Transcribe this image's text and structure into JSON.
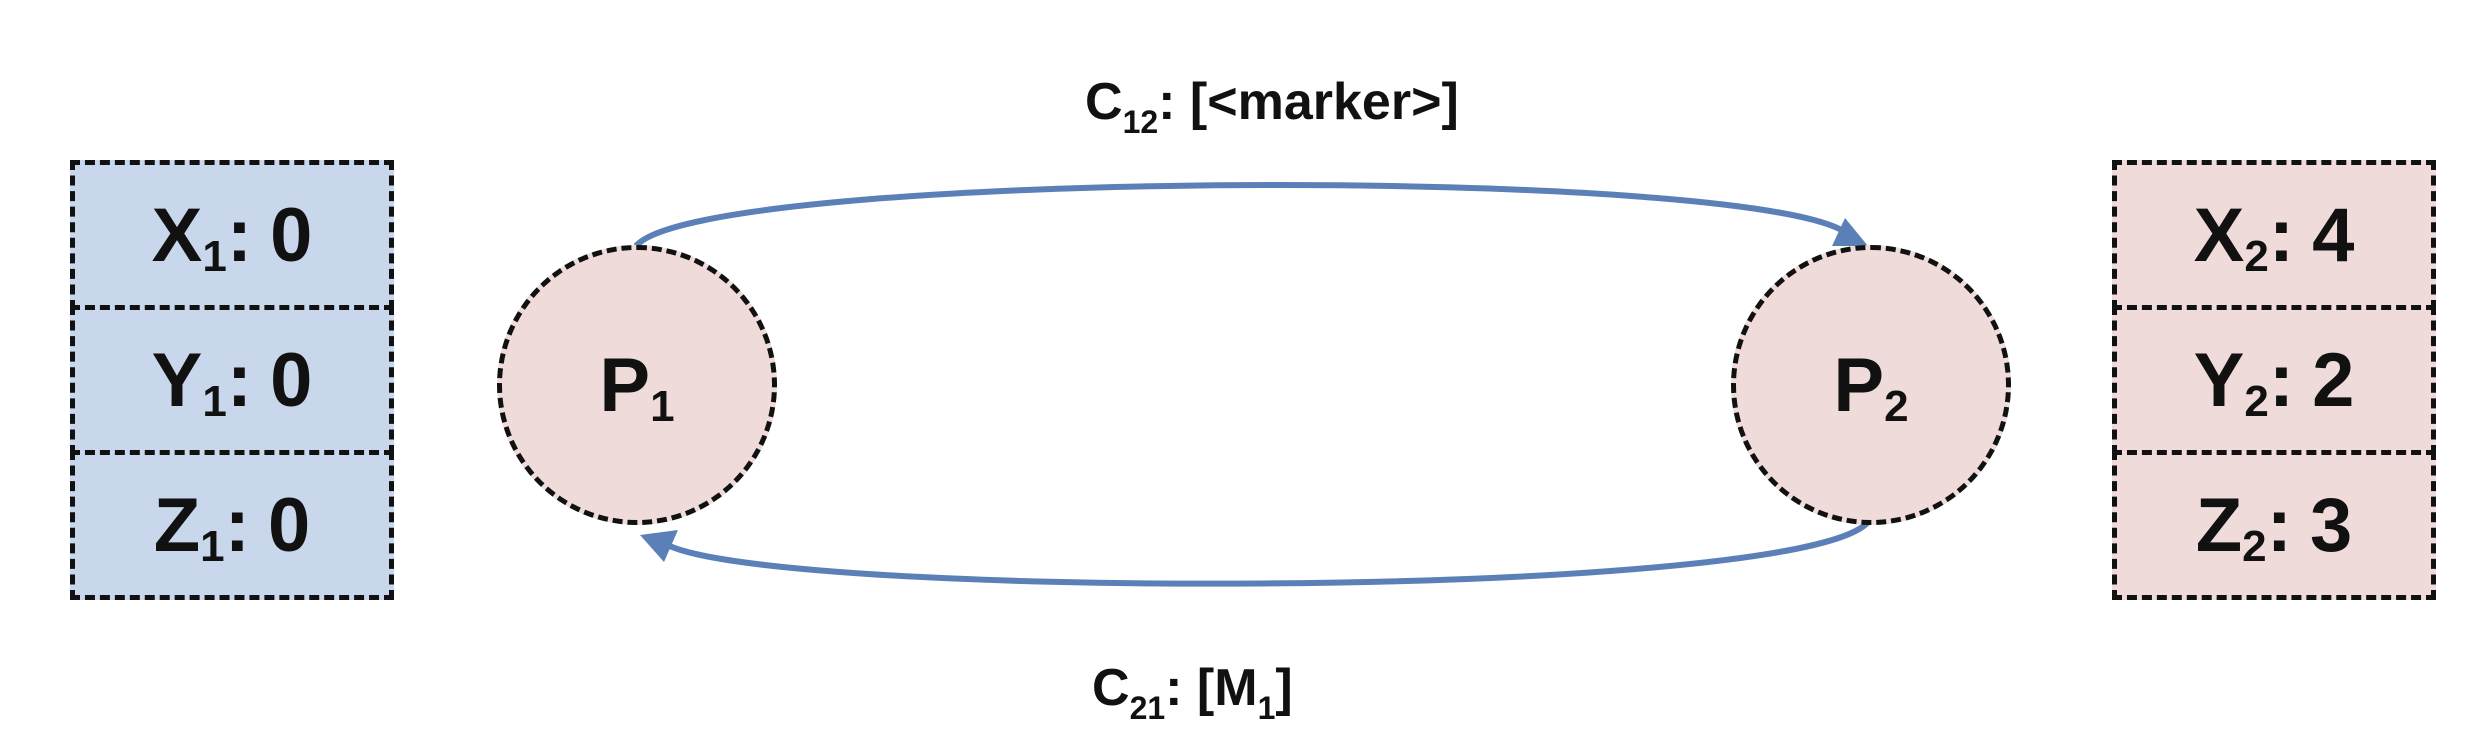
{
  "colors": {
    "p1_box_fill": "#c9d7ec",
    "p2_box_fill": "#efdcda",
    "process_fill": "#efdcda",
    "channel_arrow": "#5b80b8",
    "outline": "#111111"
  },
  "p1_state": {
    "x": {
      "name": "X",
      "sub": "1",
      "value": "0"
    },
    "y": {
      "name": "Y",
      "sub": "1",
      "value": "0"
    },
    "z": {
      "name": "Z",
      "sub": "1",
      "value": "0"
    }
  },
  "p2_state": {
    "x": {
      "name": "X",
      "sub": "2",
      "value": "4"
    },
    "y": {
      "name": "Y",
      "sub": "2",
      "value": "2"
    },
    "z": {
      "name": "Z",
      "sub": "2",
      "value": "3"
    }
  },
  "processes": {
    "p1": {
      "name": "P",
      "sub": "1"
    },
    "p2": {
      "name": "P",
      "sub": "2"
    }
  },
  "channels": {
    "c12": {
      "name": "C",
      "sub": "12",
      "contents": "[<marker>]"
    },
    "c21": {
      "name": "C",
      "sub": "21",
      "contents_prefix": "[M",
      "contents_sub": "1",
      "contents_suffix": "]"
    }
  }
}
